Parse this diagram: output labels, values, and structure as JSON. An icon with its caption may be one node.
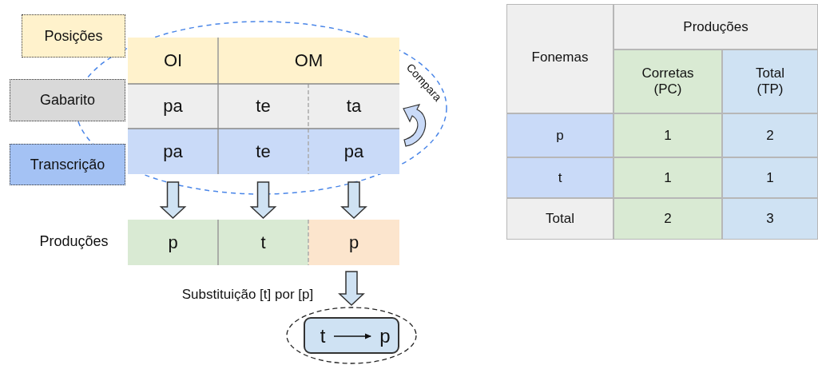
{
  "diagram": {
    "nodes": [
      {
        "text": [
          "Posições"
        ]
      },
      {
        "text": [
          "Gabarito"
        ]
      },
      {
        "text": [
          "Transcrição"
        ]
      },
      {
        "text": [
          "OI"
        ]
      },
      {
        "text": [
          "OM"
        ]
      },
      {
        "text": [
          "pa"
        ]
      },
      {
        "text": [
          "te"
        ]
      },
      {
        "text": [
          "ta"
        ]
      },
      {
        "text": [
          "pa"
        ]
      },
      {
        "text": [
          "te"
        ]
      },
      {
        "text": [
          "pa"
        ]
      },
      {
        "text": [
          "p"
        ]
      },
      {
        "text": [
          "t"
        ]
      },
      {
        "text": [
          "p"
        ]
      },
      {
        "text": [],
        "shape": "ellipse"
      },
      {
        "text": [],
        "shape": "box",
        "in": 14
      },
      {
        "text": [
          "t"
        ],
        "in": 15
      },
      {
        "text": [
          "p"
        ],
        "in": 15
      }
    ],
    "edges": [
      {
        "from": 8,
        "to": 11,
        "arrow": "to"
      },
      {
        "from": 9,
        "to": 12,
        "arrow": "to"
      },
      {
        "from": 10,
        "to": 13,
        "arrow": "to"
      },
      {
        "from": 13,
        "to": 14,
        "arrow": "to"
      },
      {
        "from": 16,
        "to": 17,
        "arrow": "to"
      }
    ],
    "labels": [
      "Compara",
      "Produções",
      "Substituição [t] por [p]",
      "Fonemas",
      "Produções",
      "Corretas (PC)",
      "Total (TP)",
      "p",
      "1",
      "2",
      "t",
      "1",
      "1",
      "Total",
      "2",
      "3"
    ]
  }
}
